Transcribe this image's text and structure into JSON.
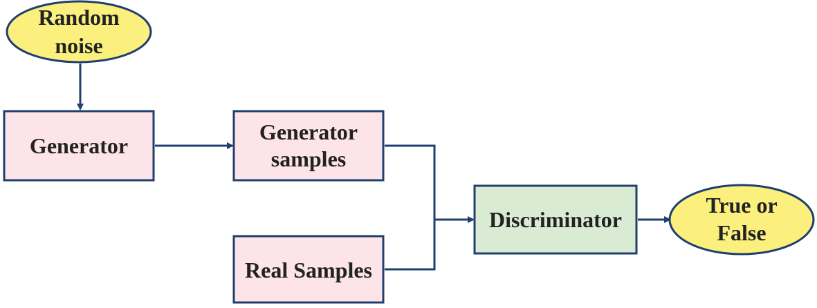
{
  "colors": {
    "process_fill": "#fde4e8",
    "process_stroke": "#1f3f6e",
    "terminal_fill": "#fbef7e",
    "discriminator_fill": "#d9ecd3",
    "arrow": "#1f3f6e"
  },
  "nodes": {
    "random_noise": {
      "line1": "Random",
      "line2": "noise"
    },
    "generator": {
      "label": "Generator"
    },
    "generator_samples": {
      "line1": "Generator",
      "line2": "samples"
    },
    "real_samples": {
      "label": "Real Samples"
    },
    "discriminator": {
      "label": "Discriminator"
    },
    "output": {
      "line1": "True or",
      "line2": "False"
    }
  }
}
